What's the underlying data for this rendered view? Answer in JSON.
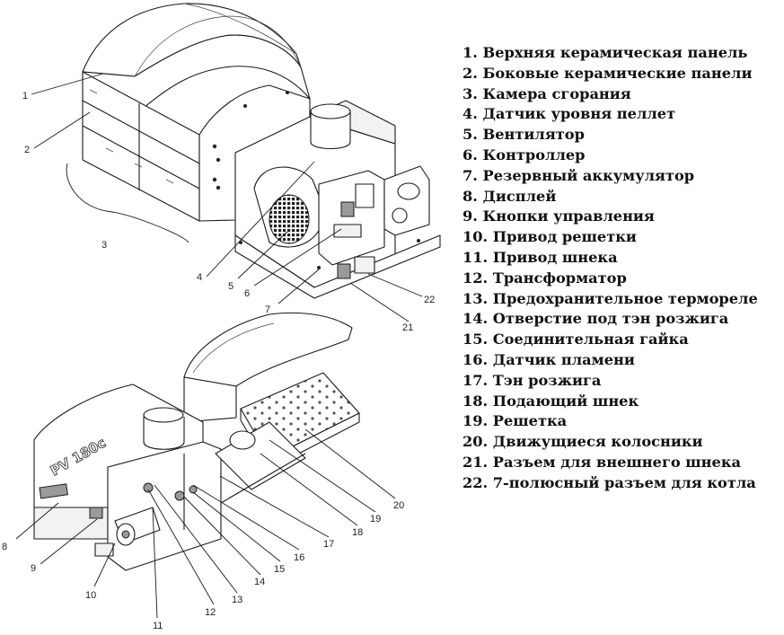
{
  "legend": [
    "1. Верхняя керамическая панель",
    "2. Боковые керамические панели",
    "3. Камера сгорания",
    "4. Датчик уровня пеллет",
    "5. Вентилятор",
    "6. Контроллер",
    "7. Резервный аккумулятор",
    "8. Дисплей",
    "9. Кнопки управления",
    "10. Привод решетки",
    "11. Привод шнека",
    "12. Трансформатор",
    "13. Предохранительное термореле",
    "14. Отверстие под тэн розжига",
    "15. Соединительная гайка",
    "16. Датчик пламени",
    "17. Тэн розжига",
    "18. Подающий шнек",
    "19. Решетка",
    "20. Движущиеся колосники",
    "21. Разъем для внешнего шнека",
    "22. 7-полюсный разъем для котла"
  ],
  "model_label": "PV 180c",
  "callouts": [
    "1",
    "2",
    "3",
    "4",
    "5",
    "6",
    "7",
    "8",
    "9",
    "10",
    "11",
    "12",
    "13",
    "14",
    "15",
    "16",
    "17",
    "18",
    "19",
    "20",
    "21",
    "22"
  ]
}
